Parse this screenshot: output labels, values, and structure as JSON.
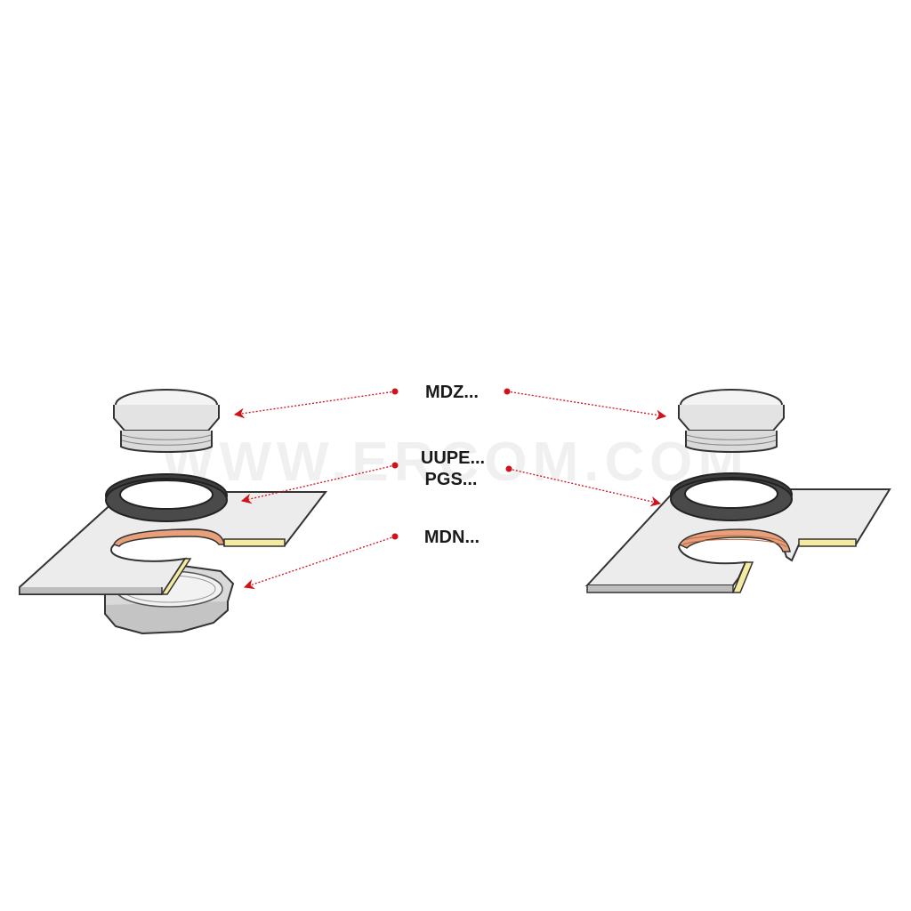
{
  "labels": {
    "mdz": "MDZ...",
    "uupe": "UUPE...",
    "pgs": "PGS...",
    "mdn": "MDN..."
  },
  "watermark": "WWW.ERCOM.COM",
  "colors": {
    "arrow": "#d0121b",
    "plate": "#ececec",
    "plate_outline": "#333333",
    "gasket": "#4a4a4a",
    "cap": "#e6e6e6",
    "hole_edge": "#e8a07a",
    "plate_edge": "#f5eba0"
  },
  "icons": [
    "sealing-cap",
    "sealing-gasket",
    "lock-nut",
    "mounting-plate",
    "threaded-hole"
  ]
}
